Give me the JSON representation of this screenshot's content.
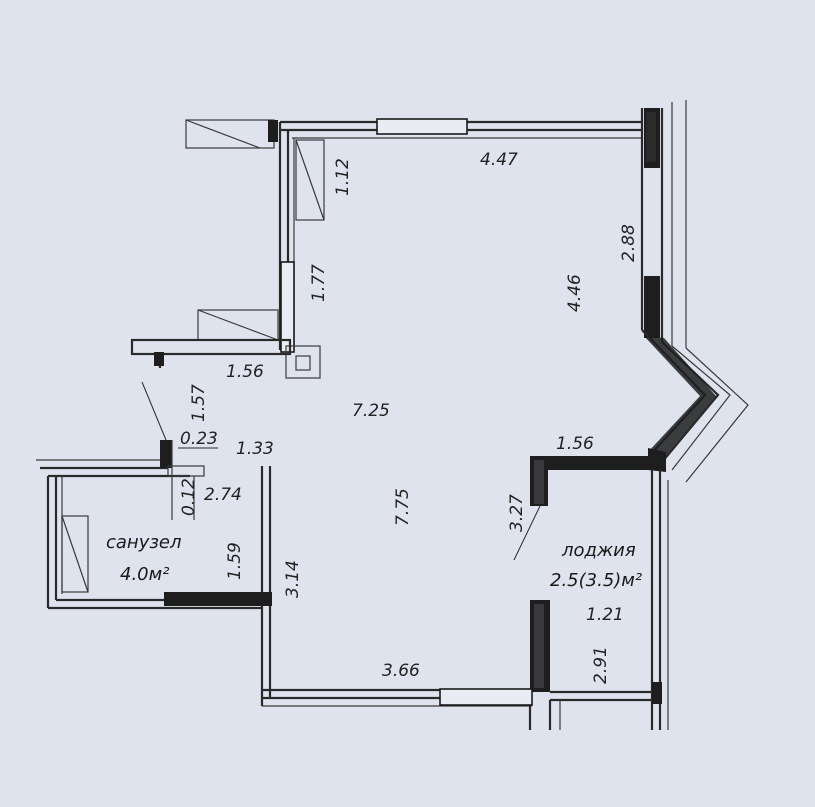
{
  "labels": {
    "d_447": "4.47",
    "d_112": "1.12",
    "d_288": "2.88",
    "d_446": "4.46",
    "d_177": "1.77",
    "d_156_top": "1.56",
    "d_157": "1.57",
    "d_725": "7.25",
    "d_023": "0.23",
    "d_133": "1.33",
    "d_156_mid": "1.56",
    "d_012": "0.12",
    "d_274": "2.74",
    "d_775": "7.75",
    "d_327": "3.27",
    "d_159": "1.59",
    "d_314": "3.14",
    "d_121": "1.21",
    "d_291": "2.91",
    "d_366": "3.66"
  },
  "rooms": {
    "bathroom_name": "санузел",
    "bathroom_area": "4.0м²",
    "loggia_name": "лоджия",
    "loggia_area": "2.5(3.5)м²"
  },
  "colors": {
    "paper": "#dfe3ee",
    "ink": "#1e1e1e"
  }
}
